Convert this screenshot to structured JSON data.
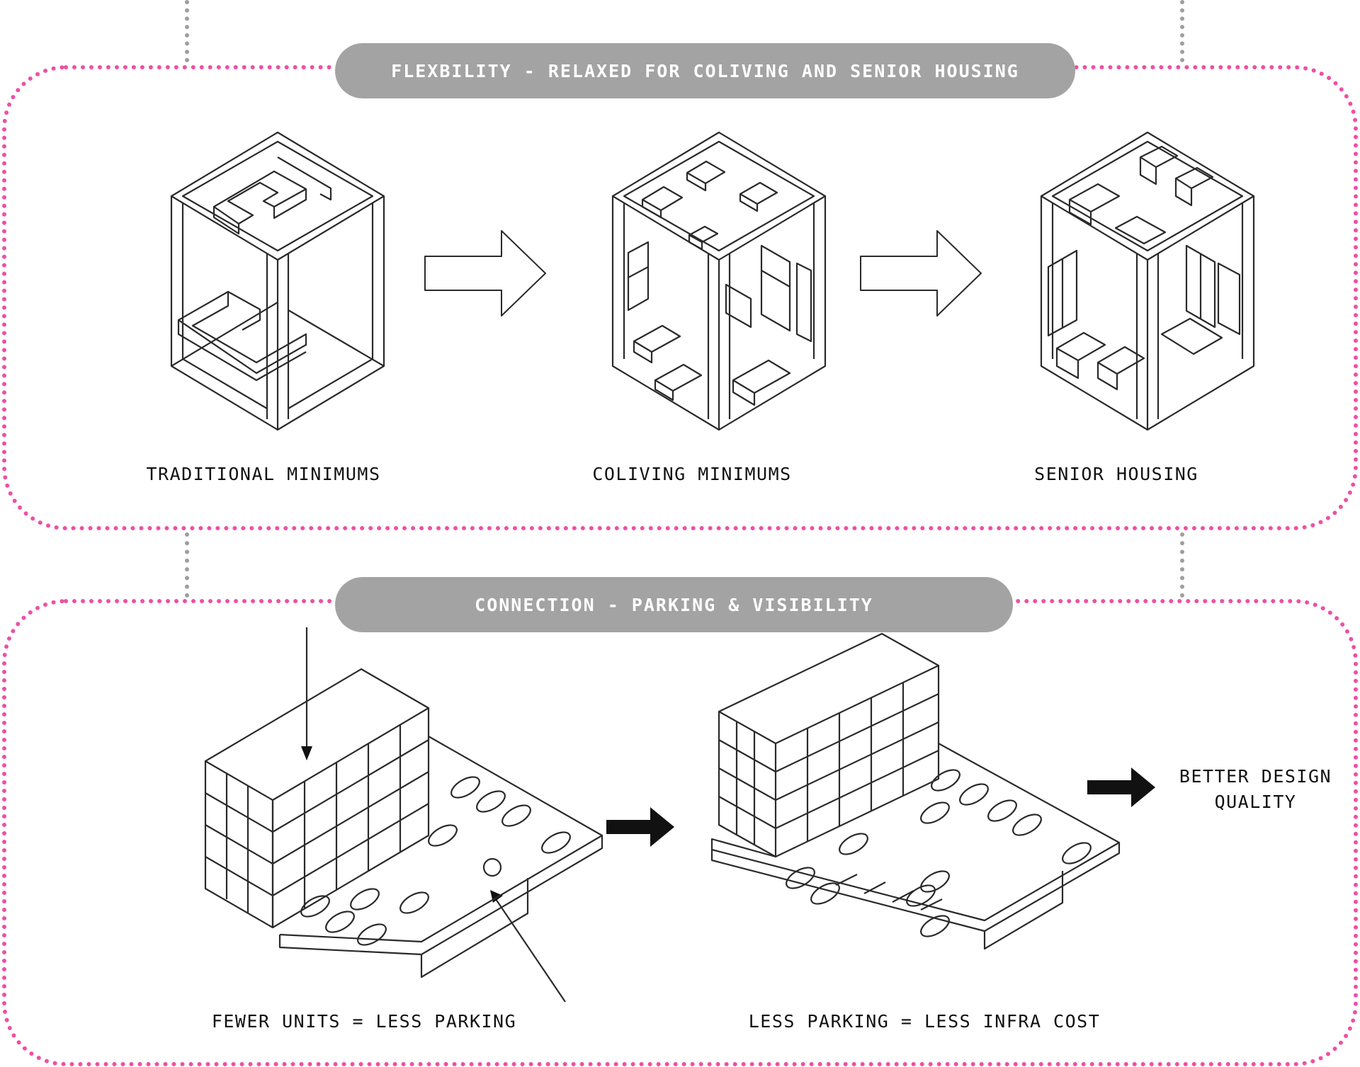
{
  "sections": [
    {
      "title": "FLEXBILITY - RELAXED FOR COLIVING AND SENIOR HOUSING",
      "captions": [
        "TRADITIONAL MINIMUMS",
        "COLIVING MINIMUMS",
        "SENIOR HOUSING"
      ]
    },
    {
      "title": "CONNECTION - PARKING & VISIBILITY",
      "captions": [
        "FEWER UNITS = LESS PARKING",
        "LESS PARKING = LESS INFRA COST"
      ],
      "result_lines": [
        "BETTER DESIGN",
        "QUALITY"
      ]
    }
  ],
  "colors": {
    "frame": "#ee4fa6",
    "connector": "#9e9e9e",
    "pill": "#a3a3a3",
    "pill_text": "#ffffff",
    "linework": "#2a2a2a"
  },
  "icons": [
    "outline-arrow-icon",
    "solid-arrow-icon",
    "pointer-arrow-icon"
  ]
}
